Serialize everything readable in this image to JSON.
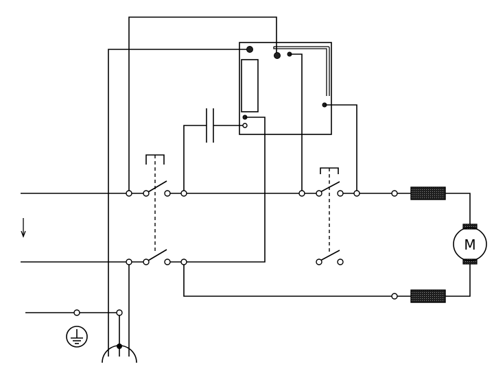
{
  "diagram": {
    "type": "electrical wiring schematic",
    "components": {
      "motor": {
        "label": "M",
        "name": "DC motor"
      },
      "relay_box": {
        "name": "control relay / thermal unit"
      },
      "capacitor": {
        "name": "capacitor"
      },
      "switch_1": {
        "name": "double-pole switch (left)"
      },
      "switch_2": {
        "name": "double-pole switch (right)"
      },
      "resistor_top": {
        "name": "field winding / resistor (top)"
      },
      "resistor_bottom": {
        "name": "field winding / resistor (bottom)"
      },
      "ground": {
        "name": "protective earth symbol"
      },
      "plug": {
        "name": "plug / socket"
      },
      "arrow": {
        "name": "direction arrow",
        "glyph": "↓"
      }
    },
    "colors": {
      "line": "#000000",
      "background": "#ffffff",
      "resistor_fill": "#2a2a2a"
    }
  }
}
